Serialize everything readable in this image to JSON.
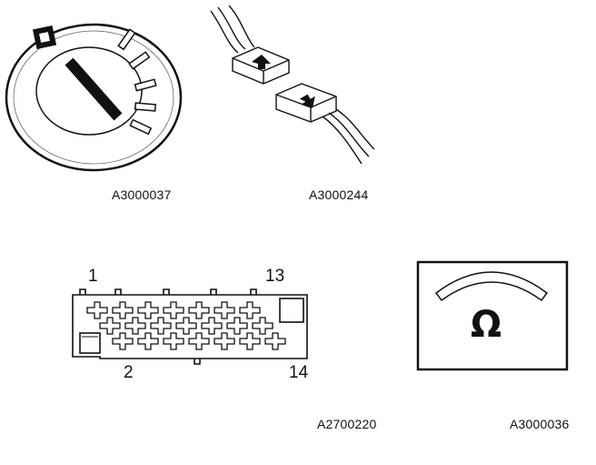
{
  "figures": [
    {
      "id": "ignition_switch",
      "code": "A3000037"
    },
    {
      "id": "connector_plug",
      "code": "A3000244"
    },
    {
      "id": "connector_pinout",
      "code": "A2700220",
      "pin_labels": {
        "top_left": "1",
        "top_right": "13",
        "bottom_left": "2",
        "bottom_right": "14"
      }
    },
    {
      "id": "ohmmeter",
      "code": "A3000036",
      "symbol": "Ω"
    }
  ]
}
